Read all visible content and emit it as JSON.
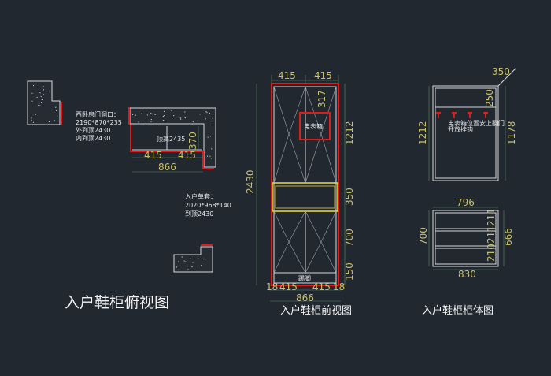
{
  "titles": {
    "plan": "入户鞋柜俯视图",
    "front": "入户鞋柜前视图",
    "body": "入户鞋柜柜体图"
  },
  "plan_notes": {
    "west_label": "西卧房门洞口：",
    "west_dims": "2190*870*235",
    "west_outer": "外到顶2430",
    "west_inner": "内到顶2430",
    "ceiling": "顶高2435",
    "door_label": "入户单套：",
    "door_dims": "2020*968*140",
    "door_top": "到顶2430"
  },
  "plan_dims": {
    "left_415": "415",
    "right_415": "415",
    "total_866": "866",
    "depth_370": "370"
  },
  "front_view": {
    "top_415_left": "415",
    "top_415_right": "415",
    "dim_317": "317",
    "height_1212": "1212",
    "height_2430": "2430",
    "height_350": "350",
    "height_700": "700",
    "height_150": "150",
    "bottom_18_left": "18",
    "bottom_415_left": "415",
    "bottom_415_right": "415",
    "bottom_18_right": "18",
    "bottom_total": "866",
    "meter_box": "电表箱",
    "plinth": "踢脚"
  },
  "body_view": {
    "dim_350": "350",
    "dim_250": "250",
    "dim_1212": "1212",
    "dim_1178": "1178",
    "note_line1": "电表箱位置安上翻门",
    "note_line2": "开放挂钩",
    "dim_796": "796",
    "dim_700": "700",
    "dim_211_top": "211",
    "dim_211_mid": "211",
    "dim_210": "210",
    "dim_666": "666",
    "dim_830": "830"
  },
  "colors": {
    "background": "#212830",
    "dimension_text": "#c9c26a",
    "cabinet_red": "#e01b1b",
    "hook_red": "#e01b1b",
    "drawer_yellow": "#e6d23a",
    "dimension_line": "#5f8a63"
  }
}
